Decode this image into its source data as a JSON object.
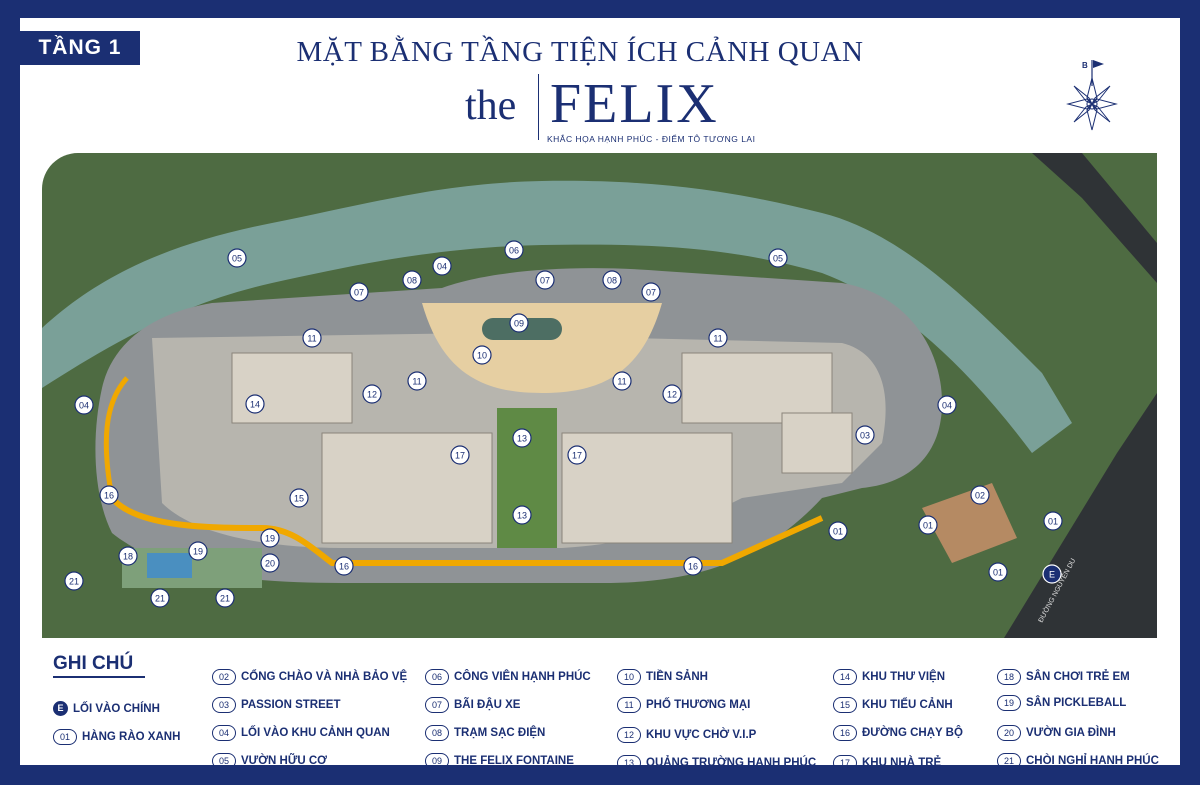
{
  "floor_tag": "TẦNG 1",
  "title": "MẶT BẰNG TẦNG TIỆN ÍCH CẢNH QUAN",
  "brand": {
    "prefix": "the",
    "name": "FELIX",
    "tagline": "KHẮC HỌA HẠNH PHÚC - ĐIỂM TÔ TƯƠNG LAI"
  },
  "compass_letter": "B",
  "street_label": "ĐƯỜNG NGUYỄN DU",
  "legend_title": "GHI CHÚ",
  "legend": [
    {
      "num": "E",
      "label": "LỐI VÀO CHÍNH"
    },
    {
      "num": "01",
      "label": "HÀNG RÀO XANH"
    },
    {
      "num": "02",
      "label": "CỔNG CHÀO VÀ NHÀ BẢO VỆ"
    },
    {
      "num": "03",
      "label": "PASSION STREET"
    },
    {
      "num": "04",
      "label": "LỐI VÀO KHU CẢNH QUAN"
    },
    {
      "num": "05",
      "label": "VƯỜN HỮU CƠ"
    },
    {
      "num": "06",
      "label": "CÔNG VIÊN HẠNH PHÚC"
    },
    {
      "num": "07",
      "label": "BÃI ĐẬU XE"
    },
    {
      "num": "08",
      "label": "TRẠM SẠC ĐIỆN"
    },
    {
      "num": "09",
      "label": "THE FELIX FONTAINE"
    },
    {
      "num": "10",
      "label": "TIỀN SẢNH"
    },
    {
      "num": "11",
      "label": "PHỐ THƯƠNG MẠI"
    },
    {
      "num": "12",
      "label": "KHU VỰC CHỜ V.I.P"
    },
    {
      "num": "13",
      "label": "QUẢNG TRƯỜNG HẠNH PHÚC"
    },
    {
      "num": "14",
      "label": "KHU THƯ VIỆN"
    },
    {
      "num": "15",
      "label": "KHU TIỂU CẢNH"
    },
    {
      "num": "16",
      "label": "ĐƯỜNG CHẠY BỘ"
    },
    {
      "num": "17",
      "label": "KHU NHÀ TRẺ"
    },
    {
      "num": "18",
      "label": "SÂN CHƠI TRẺ EM"
    },
    {
      "num": "19",
      "label": "SÂN PICKLEBALL"
    },
    {
      "num": "20",
      "label": "VƯỜN GIA ĐÌNH"
    },
    {
      "num": "21",
      "label": "CHÒI NGHỈ HẠNH PHÚC"
    }
  ],
  "map_markers": [
    "05",
    "04",
    "06",
    "07",
    "08",
    "07",
    "08",
    "05",
    "07",
    "09",
    "10",
    "11",
    "11",
    "11",
    "11",
    "12",
    "12",
    "14",
    "13",
    "13",
    "17",
    "17",
    "03",
    "04",
    "04",
    "15",
    "16",
    "16",
    "16",
    "18",
    "19",
    "19",
    "20",
    "21",
    "21",
    "21",
    "01",
    "01",
    "02",
    "01",
    "01",
    "E"
  ],
  "colors": {
    "navy": "#1b2f73",
    "track": "#f0a800",
    "grass": "#5a7a47",
    "river": "#7fa6a2",
    "road": "#8f9396"
  }
}
